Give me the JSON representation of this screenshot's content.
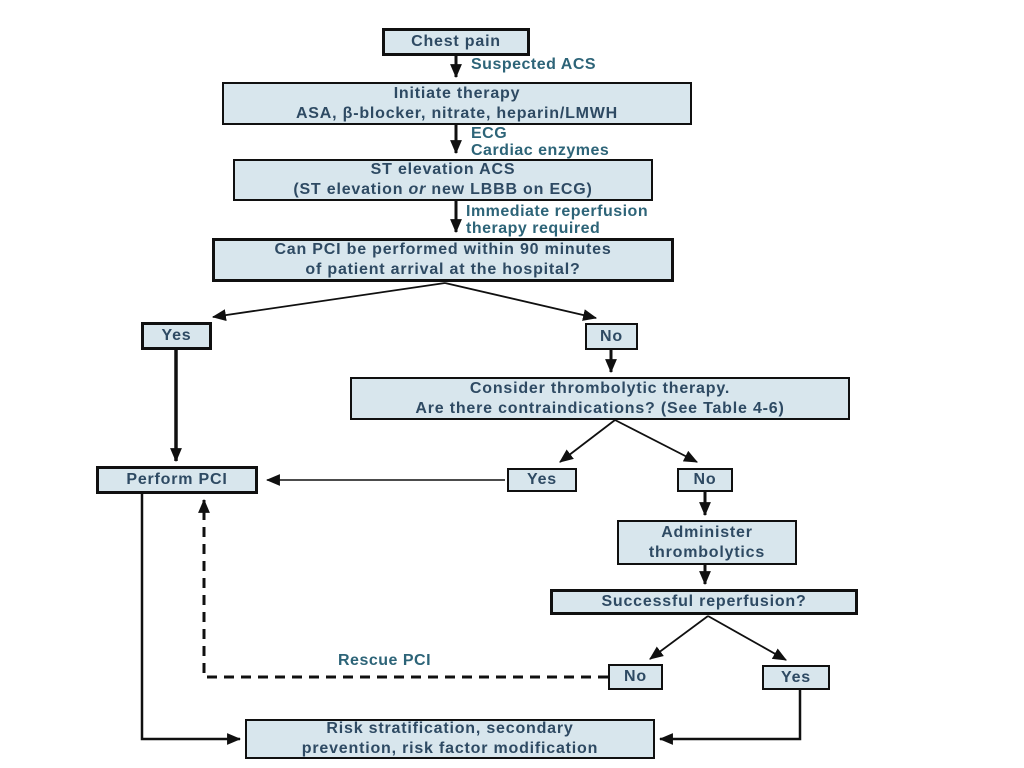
{
  "diagram": {
    "type": "flowchart",
    "subject": "Chest pain / suspected ACS management algorithm",
    "colors": {
      "box_fill": "#d8e6ed",
      "box_border": "#101010",
      "box_text": "#2e4a63",
      "edge_label_text": "#2d6478",
      "connector": "#101010",
      "background": "#ffffff"
    },
    "nodes": {
      "chest_pain": {
        "line1": "Chest pain"
      },
      "initiate_therapy": {
        "line1": "Initiate therapy",
        "line2": "ASA, β-blocker, nitrate, heparin/LMWH"
      },
      "st_elevation": {
        "line1": "ST elevation ACS",
        "l2a": "(ST elevation",
        "l2or": " or ",
        "l2b": "new LBBB on ECG)"
      },
      "can_pci": {
        "line1": "Can PCI be performed within 90 minutes",
        "line2": "of patient arrival at the hospital?"
      },
      "yes_left": {
        "line1": "Yes"
      },
      "no_right": {
        "line1": "No"
      },
      "consider_thrombolytic": {
        "line1": "Consider thrombolytic therapy.",
        "line2": "Are there contraindications? (See Table 4-6)"
      },
      "perform_pci": {
        "line1": "Perform PCI"
      },
      "yes_mid": {
        "line1": "Yes"
      },
      "no_mid": {
        "line1": "No"
      },
      "administer_thrombolytics": {
        "line1": "Administer",
        "line2": "thrombolytics"
      },
      "successful_reperfusion": {
        "line1": "Successful reperfusion?"
      },
      "no_rescue": {
        "line1": "No"
      },
      "yes_bottom": {
        "line1": "Yes"
      },
      "risk_stratification": {
        "line1": "Risk stratification, secondary",
        "line2": "prevention, risk factor modification"
      }
    },
    "edge_labels": {
      "suspected_acs": "Suspected ACS",
      "ecg": "ECG",
      "cardiac_enzymes": "Cardiac enzymes",
      "immediate_line1": "Immediate reperfusion",
      "immediate_line2": "therapy required",
      "rescue_pci": "Rescue PCI"
    }
  }
}
